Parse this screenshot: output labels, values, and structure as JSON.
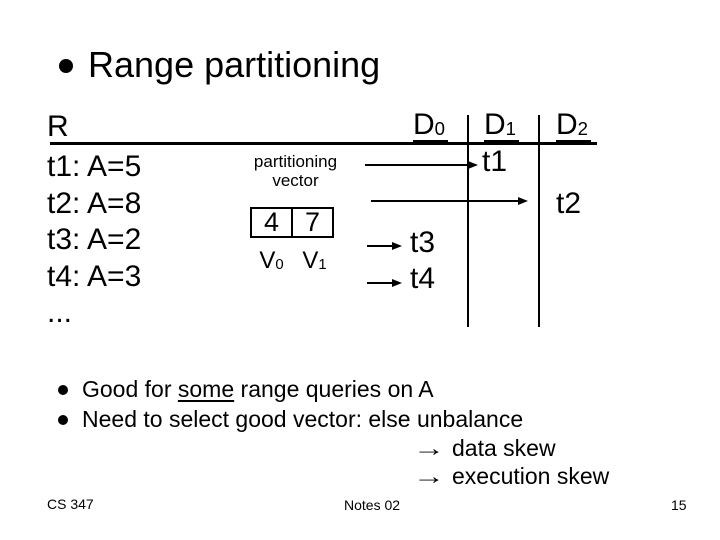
{
  "colors": {
    "background": "#ffffff",
    "ink": "#000000"
  },
  "slide": {
    "title": {
      "bullet": "•",
      "text": "Range partitioning"
    },
    "relation": {
      "name": "R",
      "tuples": [
        "t1: A=5",
        "t2: A=8",
        "t3: A=2",
        "t4: A=3"
      ],
      "ellipsis": "..."
    },
    "partition_vector": {
      "label_line1": "partitioning",
      "label_line2": "vector",
      "values": [
        "4",
        "7"
      ],
      "labels": [
        {
          "base": "V",
          "sub": "0"
        },
        {
          "base": "V",
          "sub": "1"
        }
      ]
    },
    "disks": [
      {
        "base": "D",
        "sub": "0"
      },
      {
        "base": "D",
        "sub": "1"
      },
      {
        "base": "D",
        "sub": "2"
      }
    ],
    "assignments": {
      "t1": "t1",
      "t2": "t2",
      "t3": "t3",
      "t4": "t4"
    },
    "notes": {
      "bullet": "•",
      "b1_prefix": "Good for ",
      "b1_emphasis": "some",
      "b1_suffix": " range queries on A",
      "b2": "Need to select good vector: else unbalance",
      "arrow": "→",
      "consequence1": "data skew",
      "consequence2": "execution skew"
    },
    "footer": {
      "course": "CS 347",
      "notes": "Notes 02",
      "page": "15"
    }
  }
}
